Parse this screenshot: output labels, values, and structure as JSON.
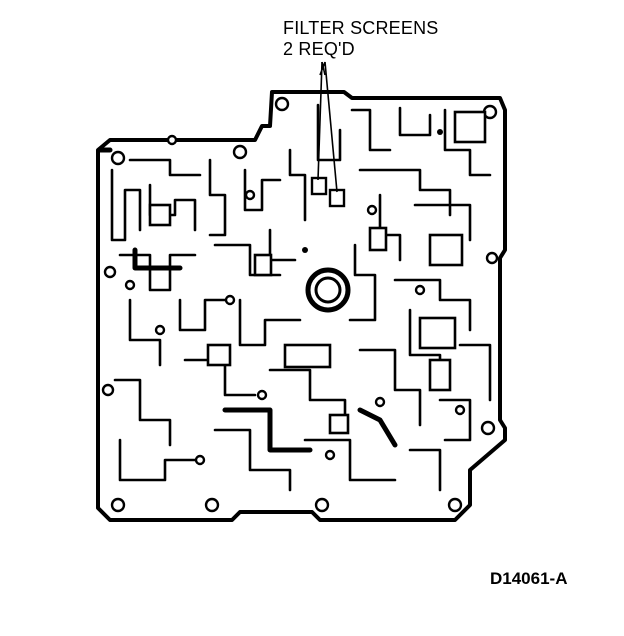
{
  "callout": {
    "line1": "FILTER SCREENS",
    "line2": "2 REQ'D"
  },
  "figure_id": "D14061-A"
}
